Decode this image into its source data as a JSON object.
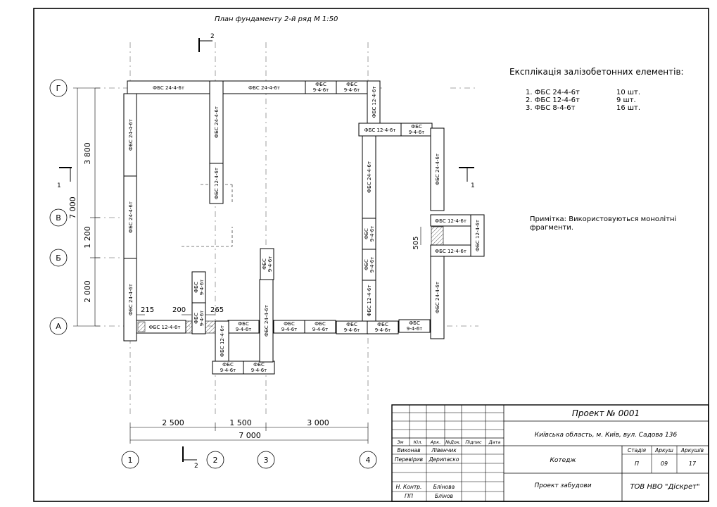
{
  "title": "План фундаменту 2-й ряд М 1:50",
  "axes_letters": [
    "Г",
    "В",
    "Б",
    "А"
  ],
  "axes_numbers": [
    "1",
    "2",
    "3",
    "4"
  ],
  "vertical_dims": [
    "3 800",
    "1 200",
    "2 000"
  ],
  "vertical_total": "7 000",
  "horizontal_dims": [
    "2 500",
    "1 500",
    "3 000"
  ],
  "horizontal_total": "7 000",
  "small_dims": [
    "215",
    "200",
    "265",
    "505"
  ],
  "section_marks": [
    "1",
    "1",
    "2",
    "2"
  ],
  "block_labels": {
    "fbs24": "ФБС 24-4-6т",
    "fbs12": "ФБС 12-4-6т",
    "fbs9_a": "ФБС",
    "fbs9_b": "9-4-6т"
  },
  "explication": {
    "title": "Експлікація залізобетонних елементів:",
    "items": [
      {
        "name": "1. ФБС 24-4-6т",
        "qty": "10 шт."
      },
      {
        "name": "2. ФБС 12-4-6т",
        "qty": "9 шт."
      },
      {
        "name": "3. ФБС 8-4-6т",
        "qty": "16 шт."
      }
    ]
  },
  "note": {
    "line1": "Примітка: Використовуються монолітні",
    "line2": "фрагменти."
  },
  "stamp": {
    "project": "Проект № 0001",
    "address": "Київська область, м. Київ, вул. Садова 136",
    "headers": [
      "Зм",
      "Кіл.",
      "Арк.",
      "№Док.",
      "Підпис",
      "Дата"
    ],
    "roles": [
      {
        "role": "Виконав",
        "name": "Лівенчик"
      },
      {
        "role": "Перевірив",
        "name": "Дерипаско"
      },
      {
        "role": "Н. Контр.",
        "name": "Блінова"
      },
      {
        "role": "ГІП",
        "name": "Блінов"
      }
    ],
    "object": "Котедж",
    "sheet_title": "Проект забудови",
    "stage_label": "Стадія",
    "sheet_label": "Аркуш",
    "sheets_label": "Аркушів",
    "stage": "П",
    "sheet": "09",
    "sheets": "17",
    "company": "ТОВ НВО \"Діскрет\""
  }
}
